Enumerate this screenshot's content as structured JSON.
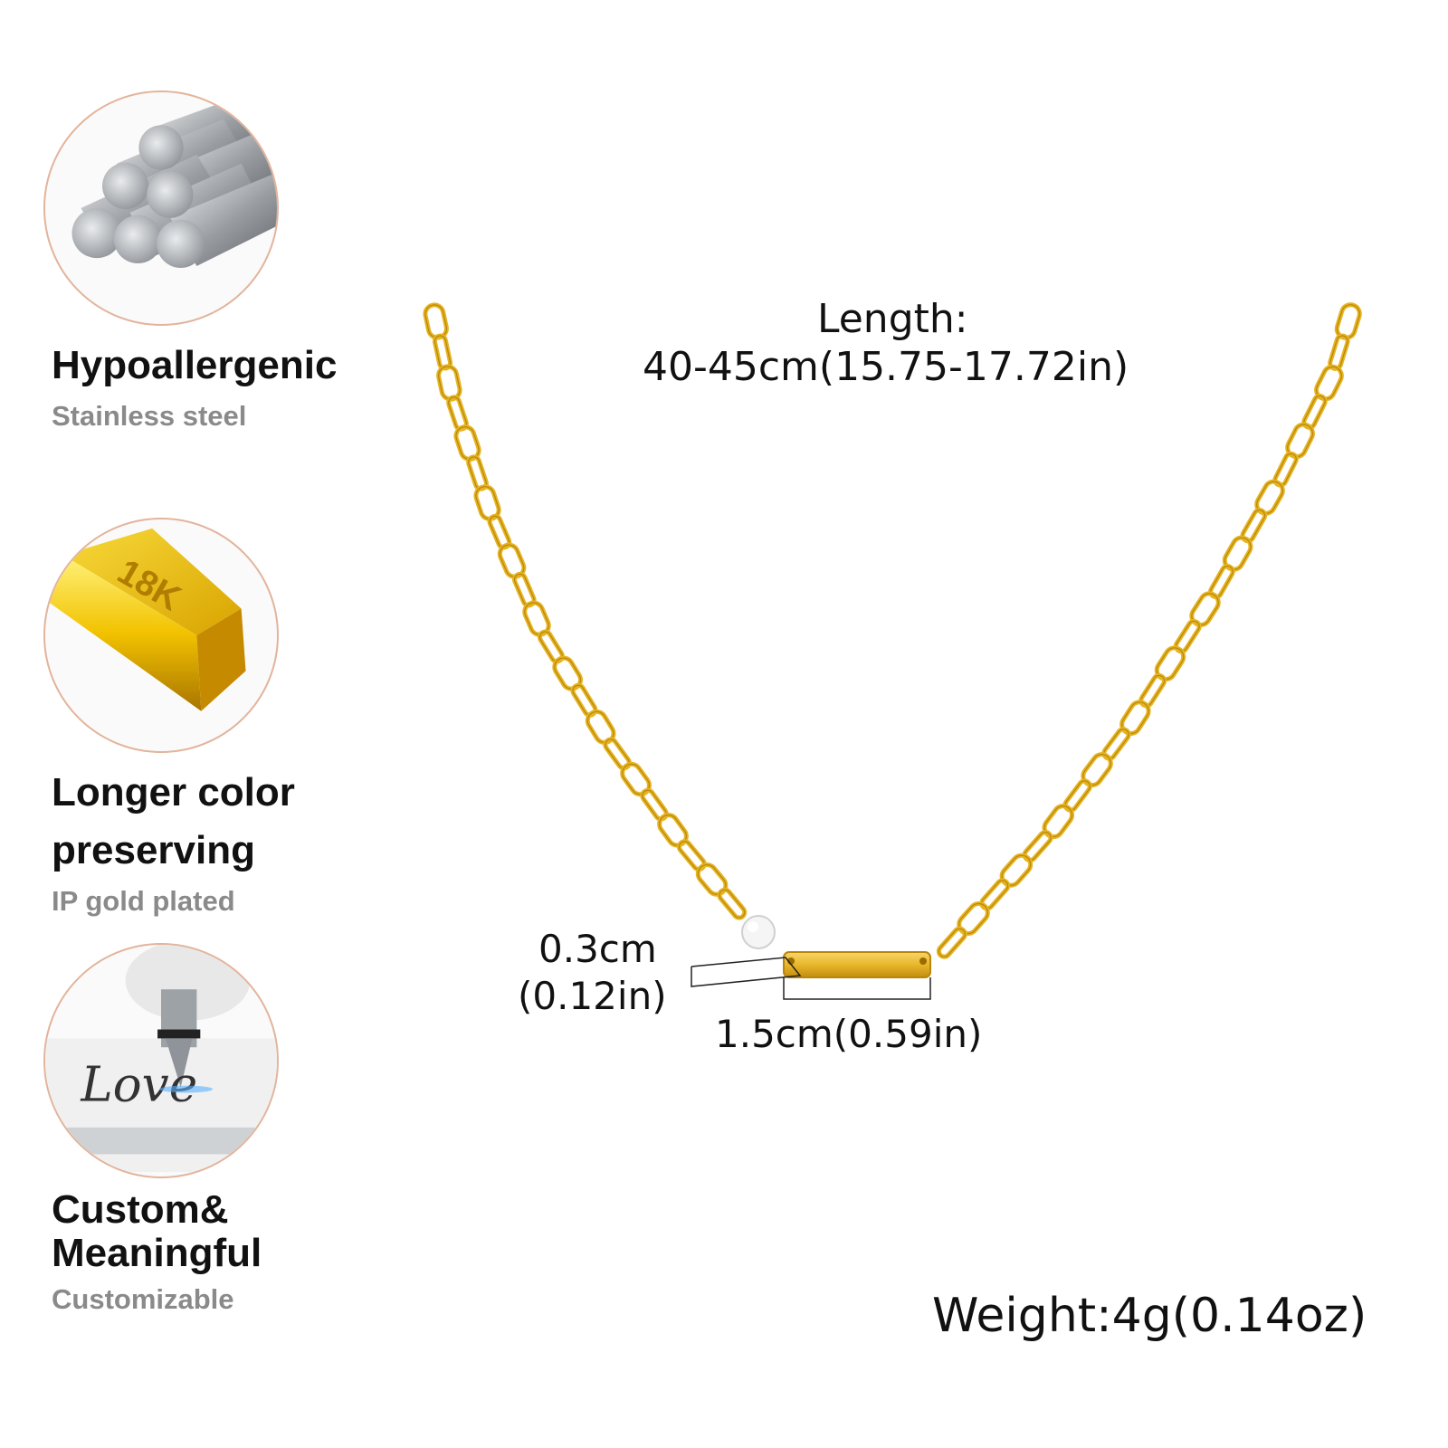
{
  "features": [
    {
      "title": "Hypoallergenic",
      "subtitle": "Stainless steel",
      "icon": "steel-rods-icon"
    },
    {
      "title_lines": [
        "Longer color",
        "preserving"
      ],
      "subtitle": "IP gold plated",
      "icon": "gold-bar-icon",
      "engraving": "18K"
    },
    {
      "title_lines": [
        "Custom&",
        "Meaningful"
      ],
      "subtitle": "Customizable",
      "icon": "engraving-pen-icon",
      "engraving": "Love"
    }
  ],
  "dimensions": {
    "length_label": "Length:",
    "length_value": "40-45cm(15.75-17.72in)",
    "bar_height_cm": "0.3cm",
    "bar_height_in": "(0.12in)",
    "bar_width": "1.5cm(0.59in)",
    "weight": "Weight:4g(0.14oz)"
  },
  "colors": {
    "gold": "#e6b422",
    "gold_dark": "#b8860b",
    "badge_border": "#e2b49c",
    "subtitle_gray": "#8a8a8a"
  }
}
